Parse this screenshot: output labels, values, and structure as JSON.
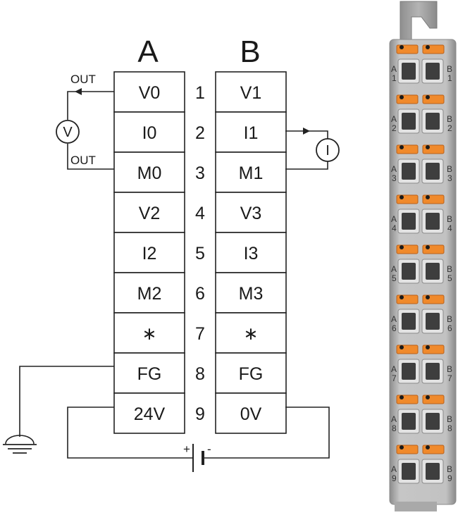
{
  "columns": {
    "a": {
      "label": "A"
    },
    "b": {
      "label": "B"
    }
  },
  "rows": [
    {
      "num": "1",
      "a": "V0",
      "b": "V1"
    },
    {
      "num": "2",
      "a": "I0",
      "b": "I1"
    },
    {
      "num": "3",
      "a": "M0",
      "b": "M1"
    },
    {
      "num": "4",
      "a": "V2",
      "b": "V3"
    },
    {
      "num": "5",
      "a": "I2",
      "b": "I3"
    },
    {
      "num": "6",
      "a": "M2",
      "b": "M3"
    },
    {
      "num": "7",
      "a": "∗",
      "b": "∗"
    },
    {
      "num": "8",
      "a": "FG",
      "b": "FG"
    },
    {
      "num": "9",
      "a": "24V",
      "b": "0V"
    }
  ],
  "voltage_output": {
    "top_label": "OUT",
    "bottom_label": "OUT",
    "meter": "V"
  },
  "current_output": {
    "meter": "I"
  },
  "battery": {
    "plus": "+",
    "minus": "-"
  },
  "connector": {
    "side_a": "A",
    "side_b": "B",
    "pins": [
      "1",
      "2",
      "3",
      "4",
      "5",
      "6",
      "7",
      "8",
      "9"
    ]
  },
  "icons": [
    "ground-icon",
    "battery-icon",
    "voltmeter-icon",
    "ammeter-icon",
    "terminal-connector-icon"
  ],
  "colors": {
    "release_tab": "#f08a2c",
    "housing": "#b9b9b9",
    "slot": "#3e3e3e"
  }
}
